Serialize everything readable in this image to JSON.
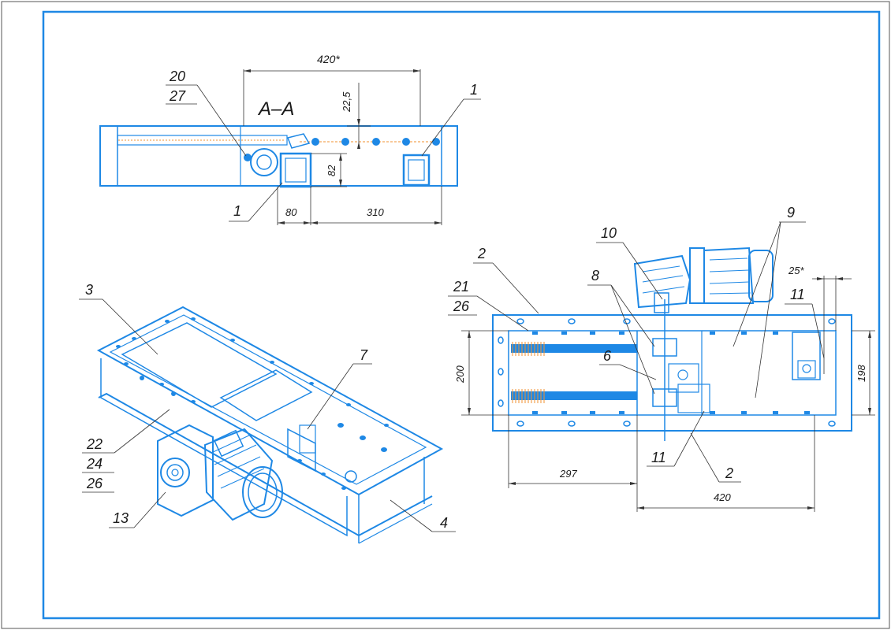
{
  "colors": {
    "outline": "#1e88e5",
    "ink": "#1a1a1a",
    "accent": "#f09030"
  },
  "section": {
    "title": "A–A"
  },
  "dimensions": {
    "top_width": "420*",
    "top_offset": "22,5",
    "top_height": "82",
    "top_left_width": "80",
    "top_right_width": "310",
    "plan_height_left": "200",
    "plan_height_right": "198",
    "plan_small": "25*",
    "plan_bottom_left": "297",
    "plan_bottom_right": "420"
  },
  "callouts": {
    "section": {
      "c20": "20",
      "c27": "27",
      "c1_top": "1",
      "c1_bottom": "1"
    },
    "iso": {
      "c3": "3",
      "c7": "7",
      "c22": "22",
      "c24": "24",
      "c26": "26",
      "c13": "13",
      "c4": "4"
    },
    "plan": {
      "c2_top": "2",
      "c21": "21",
      "c26": "26",
      "c10": "10",
      "c8": "8",
      "c6": "6",
      "c9": "9",
      "c11_right": "11",
      "c11_bottom": "11",
      "c2_bottom": "2"
    }
  }
}
